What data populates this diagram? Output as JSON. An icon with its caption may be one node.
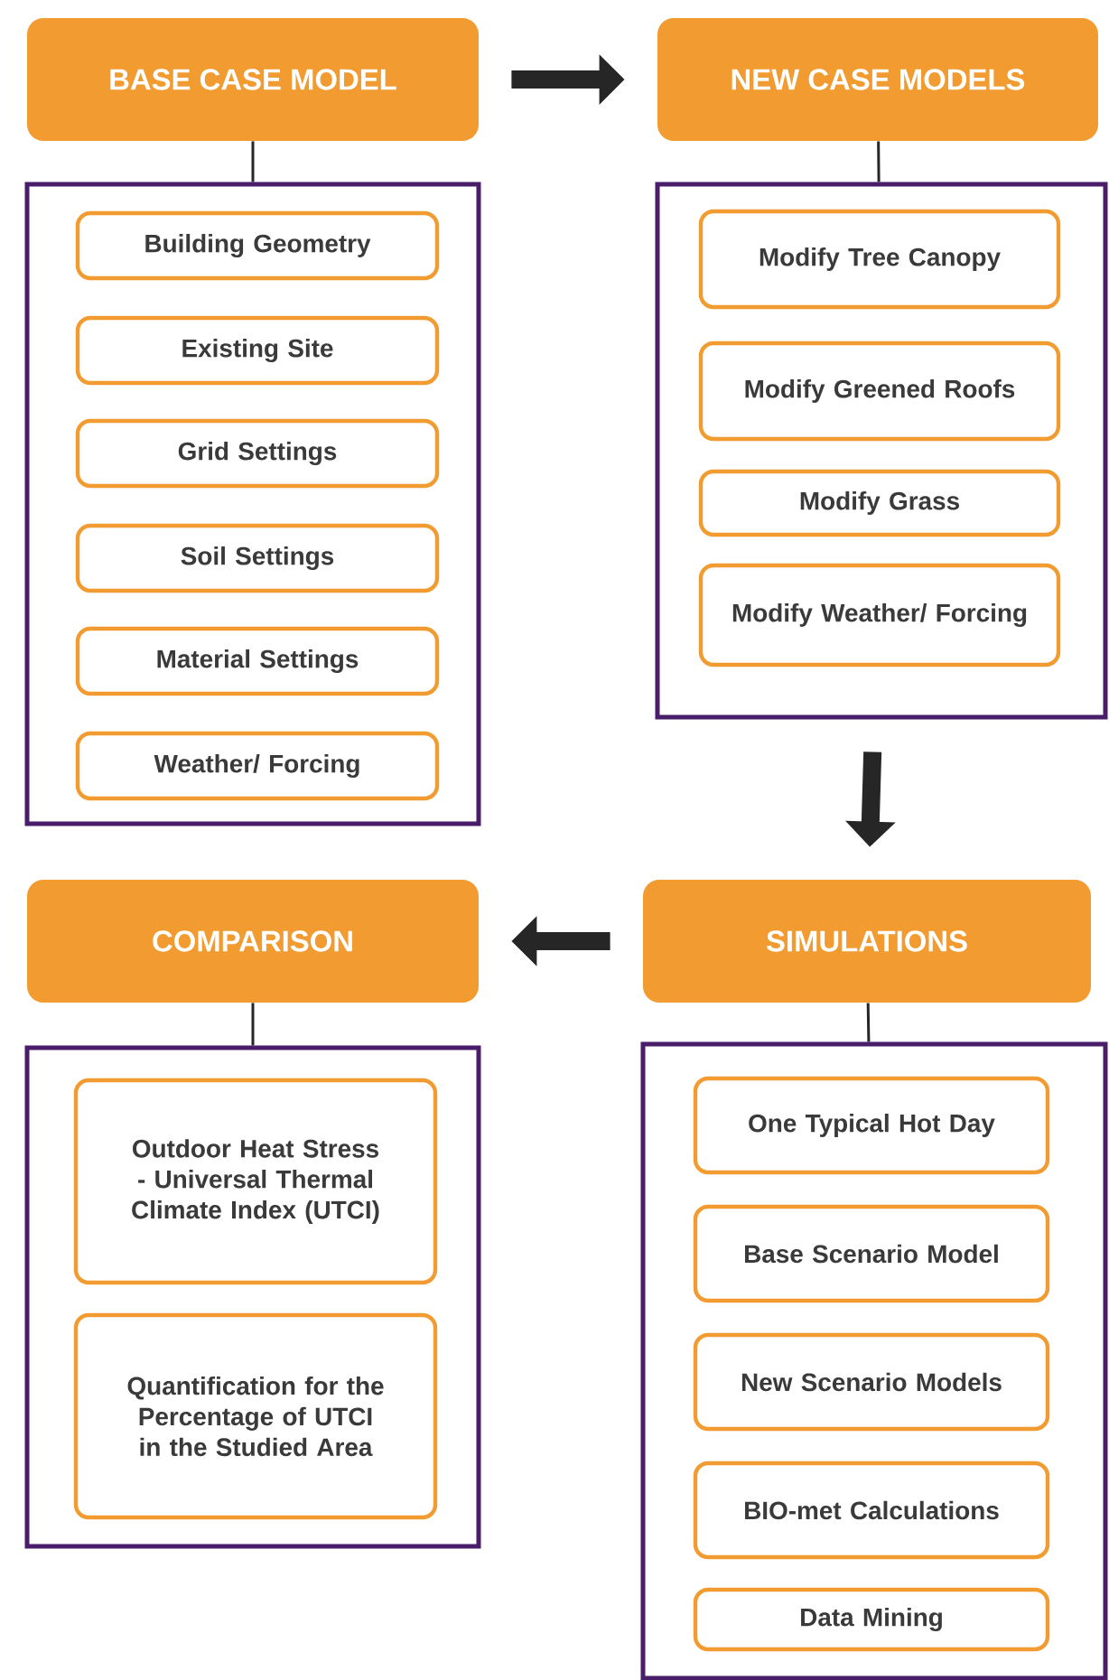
{
  "diagram": {
    "nodes": [
      {
        "text": [
          "BASE CASE MODEL"
        ]
      },
      {
        "text": [],
        "shape": "box"
      },
      {
        "text": [
          "Building Geometry"
        ],
        "in": 1
      },
      {
        "text": [
          "Existing Site"
        ],
        "in": 1
      },
      {
        "text": [
          "Grid Settings"
        ],
        "in": 1
      },
      {
        "text": [
          "Soil Settings"
        ],
        "in": 1
      },
      {
        "text": [
          "Material Settings"
        ],
        "in": 1
      },
      {
        "text": [
          "Weather/ Forcing"
        ],
        "in": 1
      },
      {
        "text": [
          "NEW CASE MODELS"
        ]
      },
      {
        "text": [],
        "shape": "box"
      },
      {
        "text": [
          "Modify Tree Canopy"
        ],
        "in": 9
      },
      {
        "text": [
          "Modify Greened Roofs"
        ],
        "in": 9
      },
      {
        "text": [
          "Modify Grass"
        ],
        "in": 9
      },
      {
        "text": [
          "Modify Weather/ Forcing"
        ],
        "in": 9
      },
      {
        "text": [
          "COMPARISON"
        ]
      },
      {
        "text": [
          "SIMULATIONS"
        ]
      },
      {
        "text": [],
        "shape": "box"
      },
      {
        "text": [
          "Outdoor Heat Stress - Universal Thermal Climate Index (UTCI)"
        ],
        "in": 16
      },
      {
        "text": [
          "Quantification for the Percentage of UTCI in the Studied Area"
        ],
        "in": 16
      },
      {
        "text": [],
        "shape": "box"
      },
      {
        "text": [
          "One Typical Hot Day"
        ],
        "in": 19
      },
      {
        "text": [
          "Base Scenario Model"
        ],
        "in": 19
      },
      {
        "text": [
          "New Scenario Models"
        ],
        "in": 19
      },
      {
        "text": [
          "BIO-met Calculations"
        ],
        "in": 19
      },
      {
        "text": [
          "Data Mining"
        ],
        "in": 19
      }
    ],
    "edges": [
      {
        "from": 0,
        "to": 1,
        "arrow": "none"
      },
      {
        "from": 0,
        "to": 8,
        "arrow": "to",
        "style": "thick"
      },
      {
        "from": 8,
        "to": 9,
        "arrow": "none"
      },
      {
        "from": 9,
        "to": 15,
        "arrow": "to",
        "style": "thick"
      },
      {
        "from": 15,
        "to": 19,
        "arrow": "none"
      },
      {
        "from": 15,
        "to": 14,
        "arrow": "to",
        "style": "thick"
      },
      {
        "from": 14,
        "to": 16,
        "arrow": "none"
      }
    ]
  }
}
